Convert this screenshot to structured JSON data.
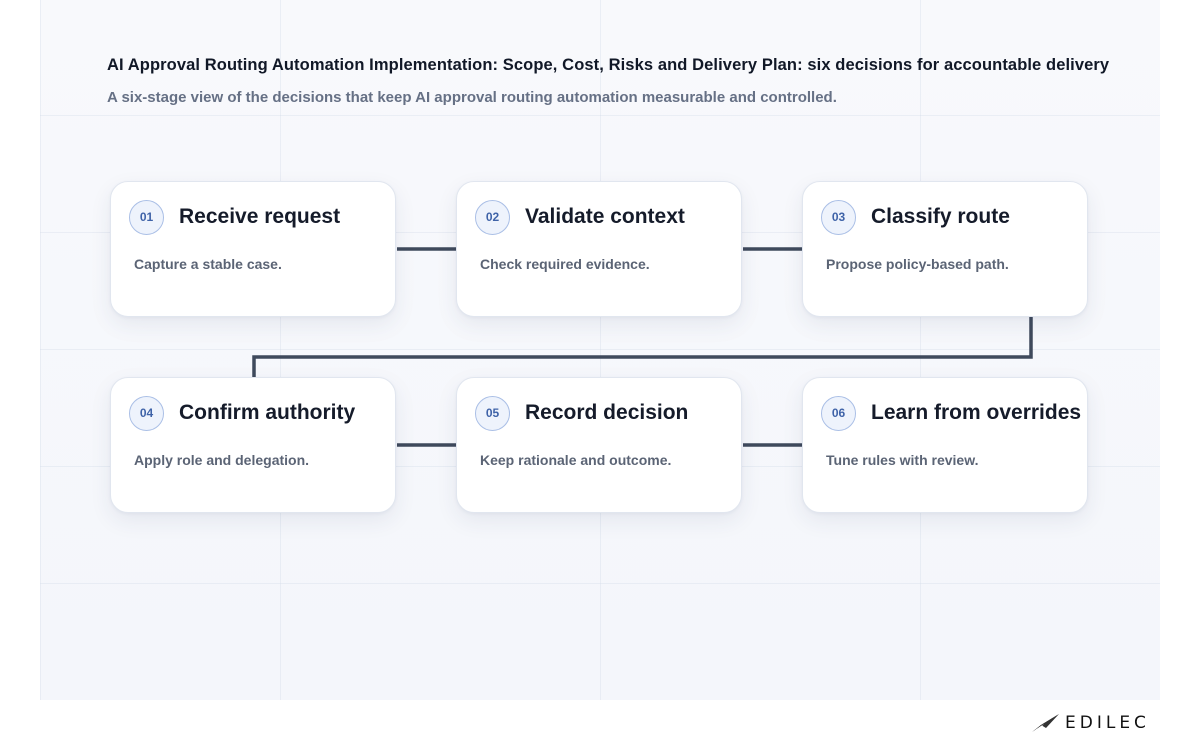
{
  "header": {
    "title": "AI Approval Routing Automation Implementation: Scope, Cost, Risks and Delivery Plan: six decisions for accountable delivery",
    "subtitle": "A six-stage view of the decisions that keep AI approval routing automation measurable and controlled."
  },
  "steps": [
    {
      "number": "01",
      "title": "Receive request",
      "description": "Capture a stable case."
    },
    {
      "number": "02",
      "title": "Validate context",
      "description": "Check required evidence."
    },
    {
      "number": "03",
      "title": "Classify route",
      "description": "Propose policy-based path."
    },
    {
      "number": "04",
      "title": "Confirm authority",
      "description": "Apply role and delegation."
    },
    {
      "number": "05",
      "title": "Record decision",
      "description": "Keep rationale and outcome."
    },
    {
      "number": "06",
      "title": "Learn from overrides",
      "description": "Tune rules with review."
    }
  ],
  "colors": {
    "connector": "#3f4a5c",
    "badge_border": "#aabfe6",
    "badge_text": "#3f63a8",
    "title_text": "#111827",
    "subtitle_text": "#667085"
  },
  "brand": {
    "logo_text": "EDILEC",
    "logo_icon": "paper-plane-icon"
  }
}
